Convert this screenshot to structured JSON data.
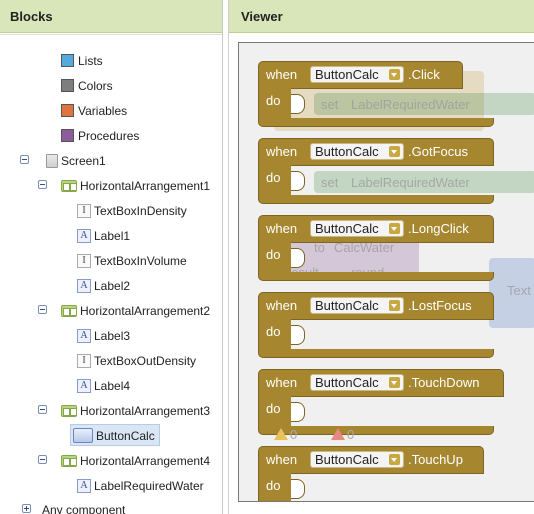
{
  "blocks_panel": {
    "title": "Blocks",
    "builtins": [
      {
        "label": "Lists",
        "color": "#56a9db"
      },
      {
        "label": "Colors",
        "color": "#7e7e7e"
      },
      {
        "label": "Variables",
        "color": "#e0743f"
      },
      {
        "label": "Procedures",
        "color": "#8b5d9b"
      }
    ],
    "tree": {
      "screen": "Screen1",
      "ha1": "HorizontalArrangement1",
      "ha1_children": [
        "TextBoxInDensity",
        "Label1",
        "TextBoxInVolume",
        "Label2"
      ],
      "ha2": "HorizontalArrangement2",
      "ha2_children": [
        "Label3",
        "TextBoxOutDensity",
        "Label4"
      ],
      "ha3": "HorizontalArrangement3",
      "ha3_children": [
        "ButtonCalc"
      ],
      "ha4": "HorizontalArrangement4",
      "ha4_children": [
        "LabelRequiredWater"
      ],
      "any_component": "Any component"
    }
  },
  "viewer": {
    "title": "Viewer",
    "when_label": "when",
    "do_label": "do",
    "component": "ButtonCalc",
    "events": [
      ".Click",
      ".GotFocus",
      ".LongClick",
      ".LostFocus",
      ".TouchDown",
      ".TouchUp"
    ],
    "ghost_texts": {
      "set1": "set",
      "label1": "LabelRequiredWater",
      "set2": "set",
      "label2": "LabelRequiredWater",
      "to": "to",
      "calc": "CalcWater",
      "result": "result",
      "round": "round",
      "text": "Text"
    },
    "warnings": "0",
    "errors": "0"
  }
}
